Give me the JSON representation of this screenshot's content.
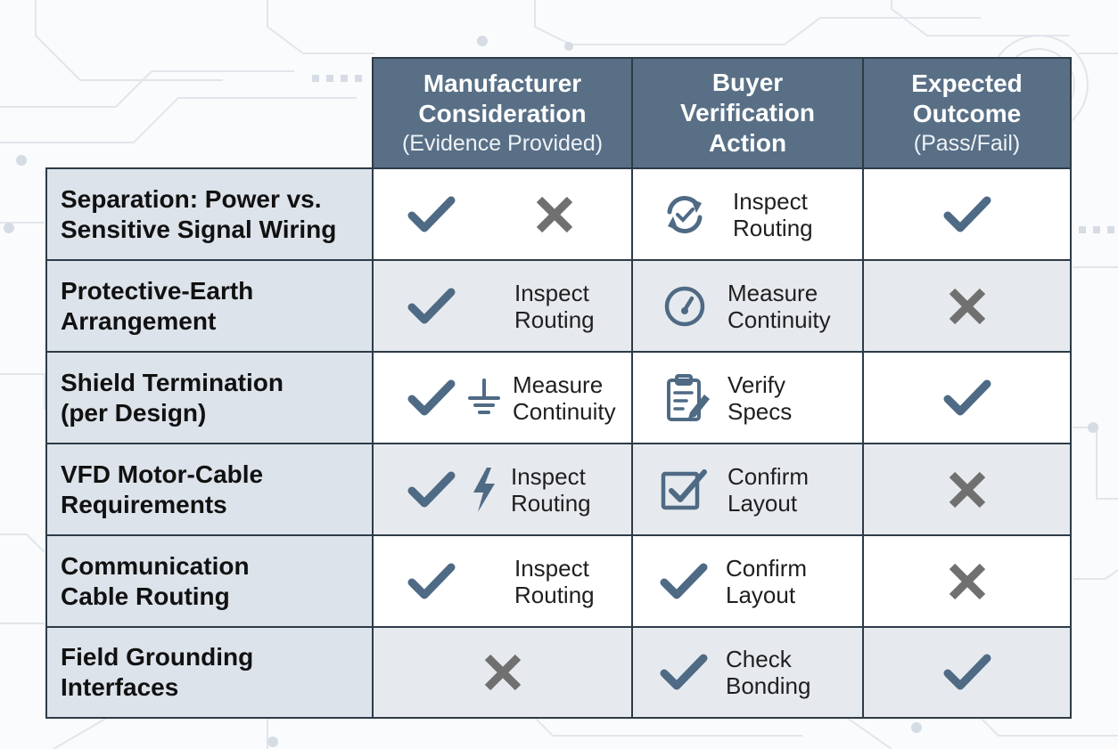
{
  "headers": {
    "manufacturer": {
      "title_line1": "Manufacturer",
      "title_line2": "Consideration",
      "subtitle": "(Evidence Provided)"
    },
    "buyer": {
      "title_line1": "Buyer",
      "title_line2": "Verification",
      "title_line3": "Action"
    },
    "outcome": {
      "title_line1": "Expected",
      "title_line2": "Outcome",
      "subtitle": "(Pass/Fail)"
    }
  },
  "rows": [
    {
      "label_line1": "Separation: Power vs.",
      "label_line2": "Sensitive Signal Wiring",
      "manufacturer": {
        "status": "check",
        "secondary": "cross"
      },
      "buyer": {
        "icon": "sync-arrows-icon",
        "text_line1": "Inspect",
        "text_line2": "Routing"
      },
      "outcome": "check"
    },
    {
      "label_line1": "Protective-Earth",
      "label_line2": "Arrangement",
      "manufacturer": {
        "status": "check",
        "text_line1": "Inspect",
        "text_line2": "Routing"
      },
      "buyer": {
        "icon": "gauge-icon",
        "text_line1": "Measure",
        "text_line2": "Continuity"
      },
      "outcome": "cross"
    },
    {
      "label_line1": "Shield Termination",
      "label_line2": "(per Design)",
      "manufacturer": {
        "status": "check",
        "icon": "ground-icon",
        "text_line1": "Measure",
        "text_line2": "Continuity"
      },
      "buyer": {
        "icon": "clipboard-edit-icon",
        "text_line1": "Verify",
        "text_line2": "Specs"
      },
      "outcome": "check"
    },
    {
      "label_line1": "VFD Motor-Cable",
      "label_line2": "Requirements",
      "manufacturer": {
        "status": "check",
        "icon": "lightning-icon",
        "text_line1": "Inspect",
        "text_line2": "Routing"
      },
      "buyer": {
        "icon": "checkbox-icon",
        "text_line1": "Confirm",
        "text_line2": "Layout"
      },
      "outcome": "cross"
    },
    {
      "label_line1": "Communication",
      "label_line2": "Cable Routing",
      "manufacturer": {
        "status": "check",
        "text_line1": "Inspect",
        "text_line2": "Routing"
      },
      "buyer": {
        "icon": "check-icon",
        "text_line1": "Confirm",
        "text_line2": "Layout"
      },
      "outcome": "cross"
    },
    {
      "label_line1": "Field Grounding",
      "label_line2": "Interfaces",
      "manufacturer": {
        "status": "cross"
      },
      "buyer": {
        "icon": "check-icon",
        "text_line1": "Check",
        "text_line2": "Bonding"
      },
      "outcome": "check"
    }
  ],
  "colors": {
    "header_bg": "#586f86",
    "label_bg": "#dce3ea",
    "check": "#4f6a84",
    "cross": "#707070",
    "border": "#2e3b47"
  }
}
